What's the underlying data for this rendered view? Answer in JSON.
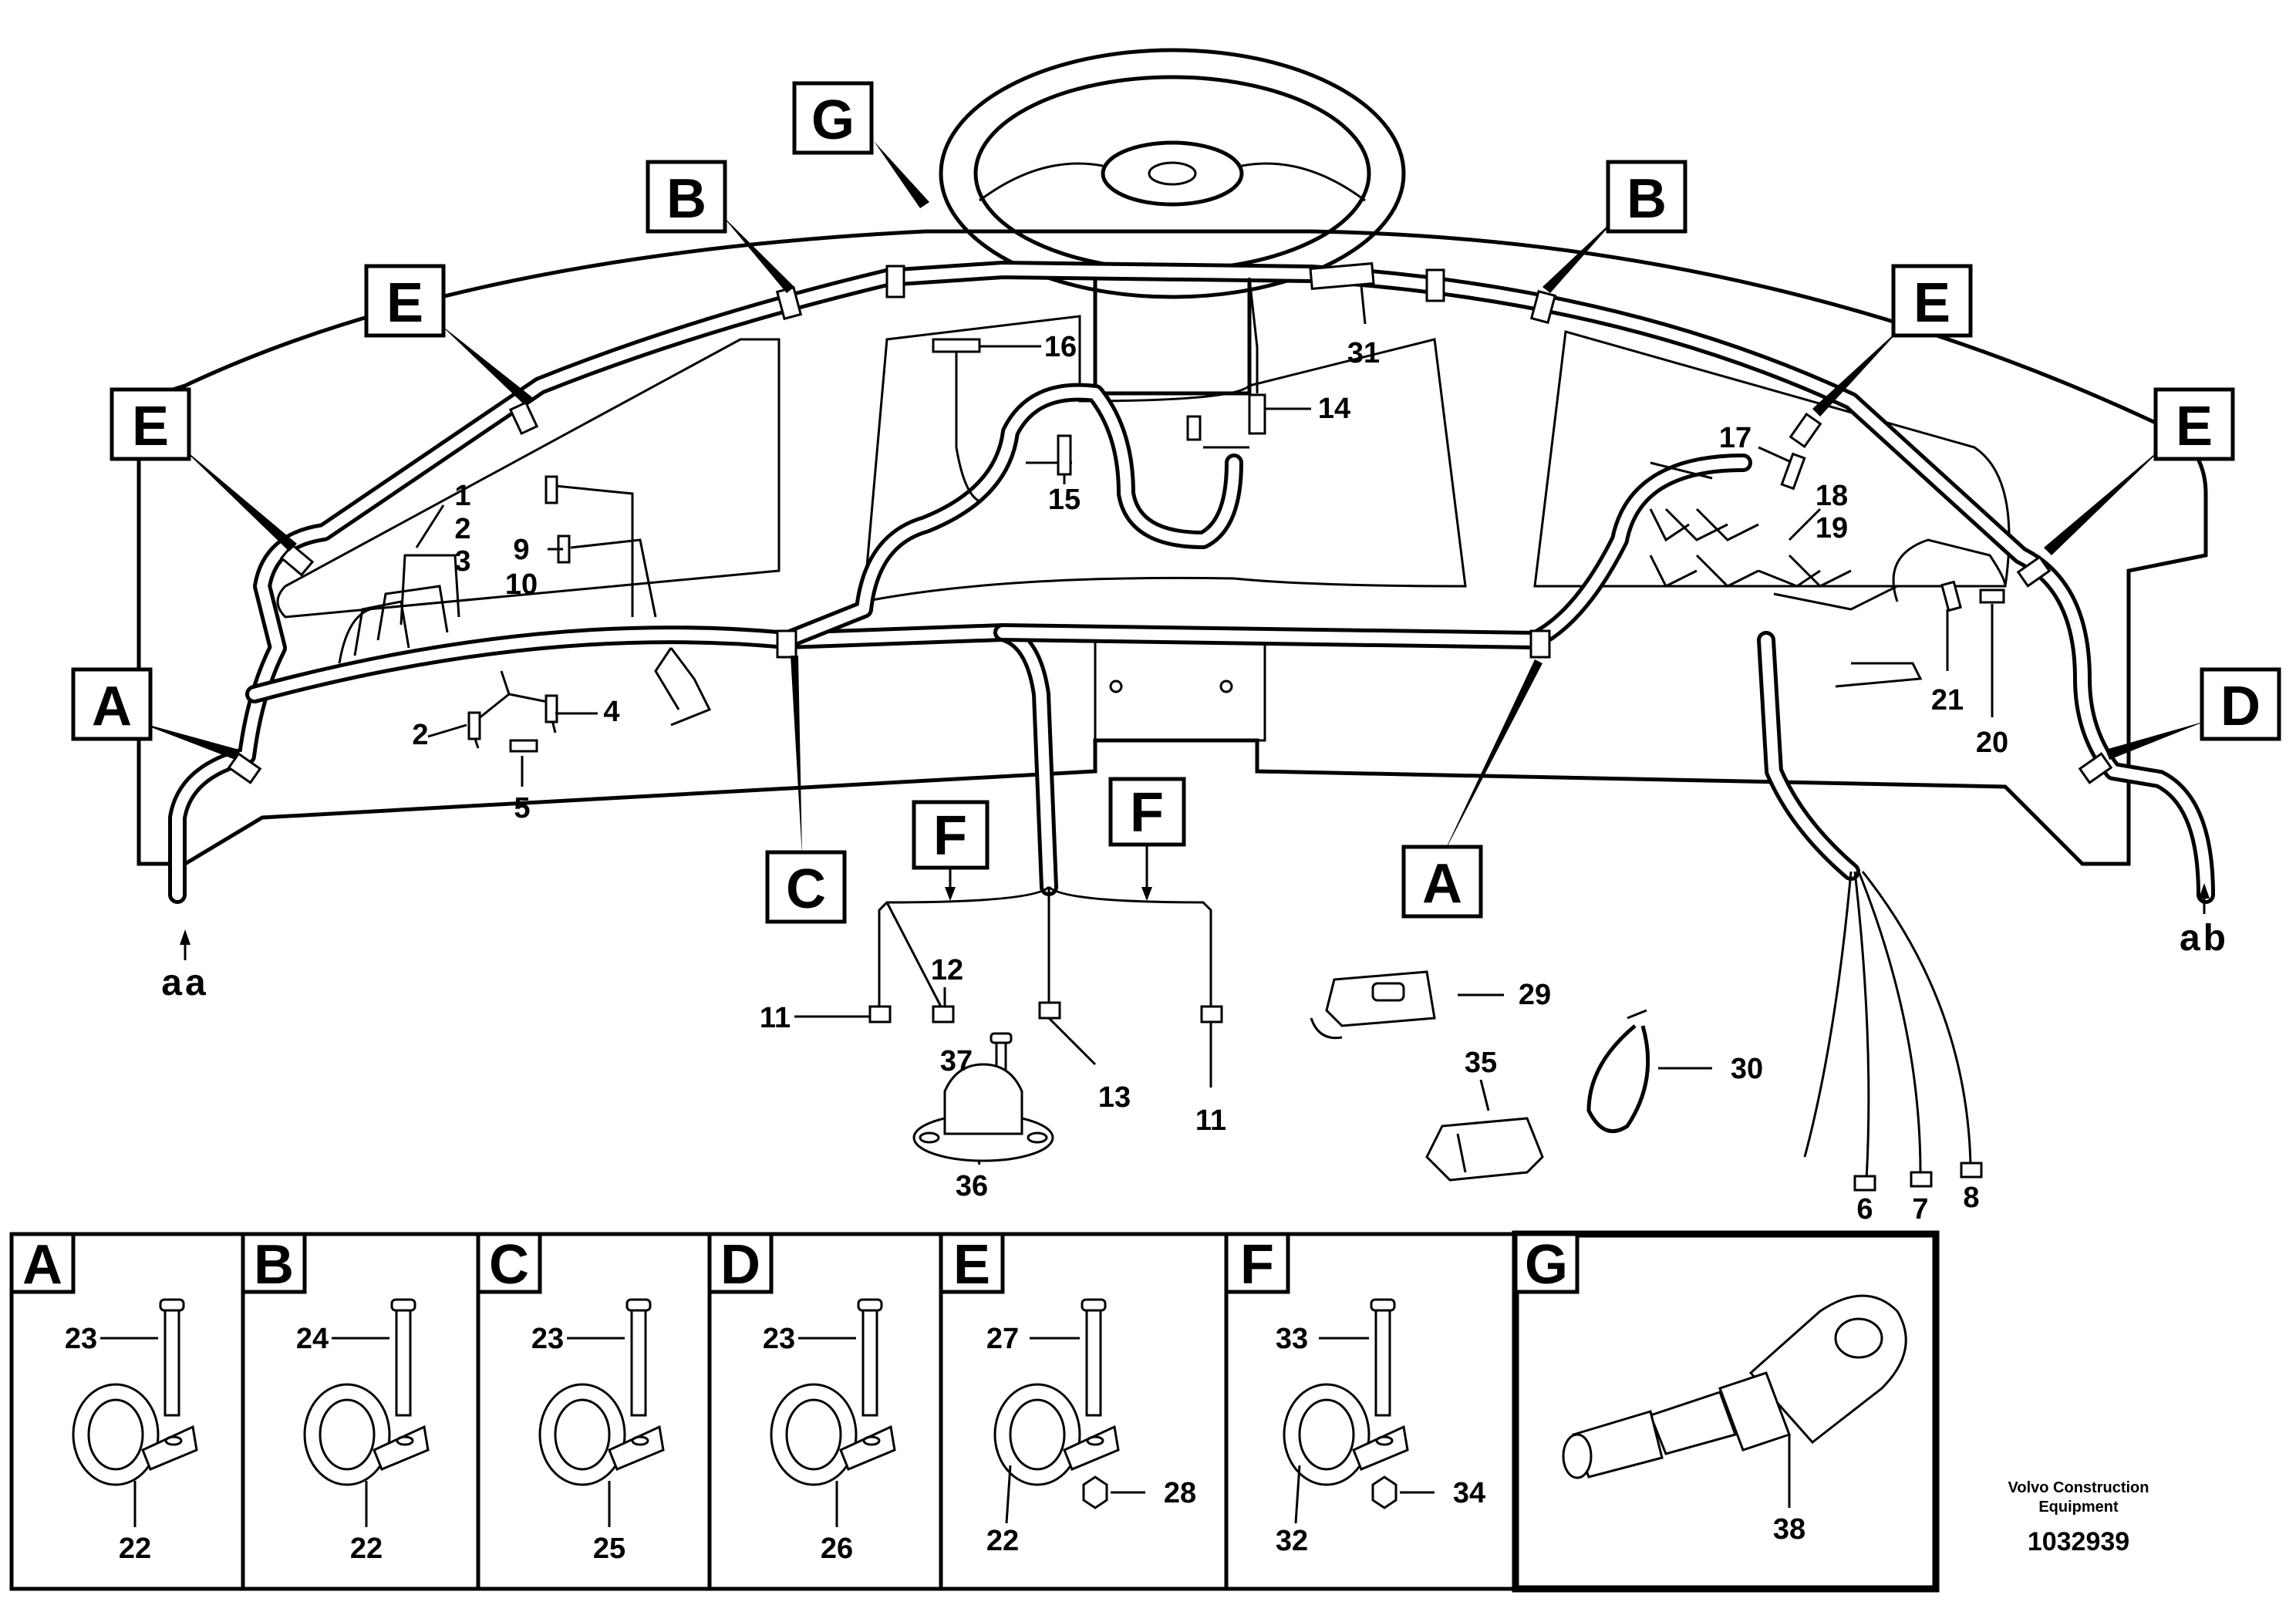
{
  "letter_callouts": [
    {
      "id": "g-top",
      "letter": "G"
    },
    {
      "id": "b-left",
      "letter": "B"
    },
    {
      "id": "b-right",
      "letter": "B"
    },
    {
      "id": "e-left-top",
      "letter": "E"
    },
    {
      "id": "e-left",
      "letter": "E"
    },
    {
      "id": "e-right-top",
      "letter": "E"
    },
    {
      "id": "e-right",
      "letter": "E"
    },
    {
      "id": "a-left",
      "letter": "A"
    },
    {
      "id": "a-right",
      "letter": "A"
    },
    {
      "id": "c-mid",
      "letter": "C"
    },
    {
      "id": "d-right",
      "letter": "D"
    },
    {
      "id": "f-left",
      "letter": "F"
    },
    {
      "id": "f-right",
      "letter": "F"
    }
  ],
  "part_numbers": [
    "1",
    "2",
    "3",
    "9",
    "10",
    "2",
    "4",
    "5",
    "16",
    "15",
    "14",
    "31",
    "17",
    "18",
    "19",
    "21",
    "20",
    "12",
    "11",
    "13",
    "11",
    "37",
    "36",
    "29",
    "35",
    "30",
    "6",
    "7",
    "8"
  ],
  "harness_ends": [
    "aa",
    "ab"
  ],
  "detail_panels": [
    {
      "letter": "A",
      "labels": [
        "23",
        "22"
      ]
    },
    {
      "letter": "B",
      "labels": [
        "24",
        "22"
      ]
    },
    {
      "letter": "C",
      "labels": [
        "23",
        "25"
      ]
    },
    {
      "letter": "D",
      "labels": [
        "23",
        "26"
      ]
    },
    {
      "letter": "E",
      "labels": [
        "27",
        "22",
        "28"
      ]
    },
    {
      "letter": "F",
      "labels": [
        "33",
        "32",
        "34"
      ]
    },
    {
      "letter": "G",
      "labels": [
        "38"
      ]
    }
  ],
  "footer": {
    "brand_line1": "Volvo Construction",
    "brand_line2": "Equipment",
    "doc_number": "1032939"
  }
}
